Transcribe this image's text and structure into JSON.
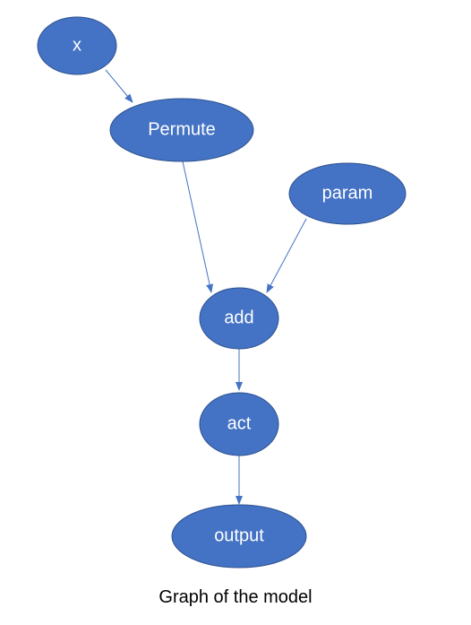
{
  "colors": {
    "node_fill": "#4472c4",
    "node_text": "#ffffff",
    "edge": "#4472c4"
  },
  "diagram": {
    "caption": "Graph of the model",
    "nodes": [
      {
        "id": "x",
        "label": "x"
      },
      {
        "id": "permute",
        "label": "Permute"
      },
      {
        "id": "param",
        "label": "param"
      },
      {
        "id": "add",
        "label": "add"
      },
      {
        "id": "act",
        "label": "act"
      },
      {
        "id": "output",
        "label": "output"
      }
    ],
    "edges": [
      {
        "from": "x",
        "to": "permute"
      },
      {
        "from": "permute",
        "to": "add"
      },
      {
        "from": "param",
        "to": "add"
      },
      {
        "from": "add",
        "to": "act"
      },
      {
        "from": "act",
        "to": "output"
      }
    ]
  }
}
